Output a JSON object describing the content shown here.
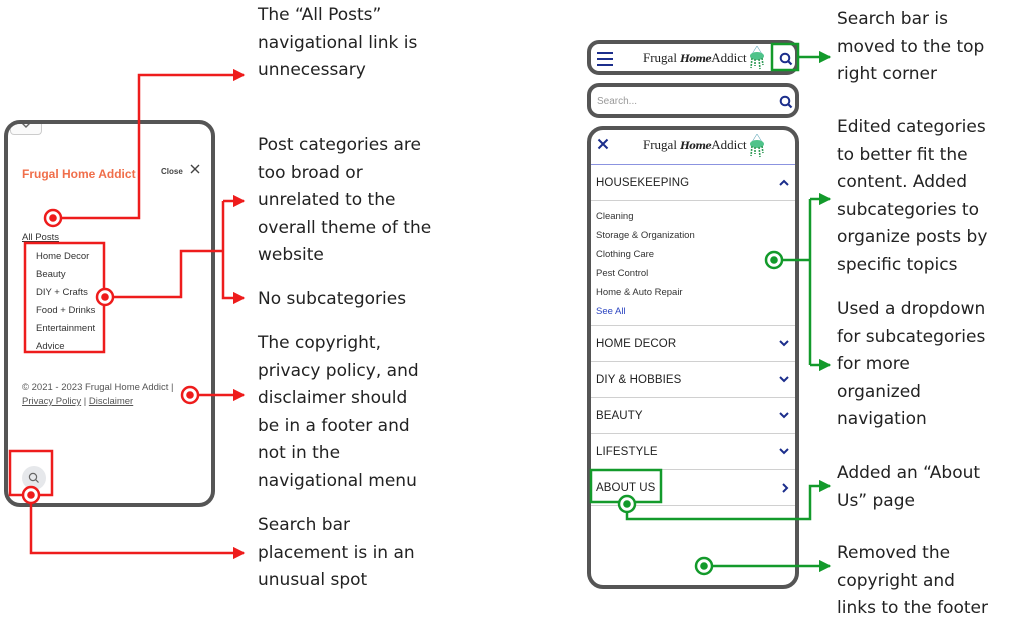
{
  "before": {
    "brand": "Frugal Home Addict",
    "close_label": "Close",
    "all_posts": "All Posts",
    "categories": [
      "Home Decor",
      "Beauty",
      "DIY + Crafts",
      "Food + Drinks",
      "Entertainment",
      "Advice"
    ],
    "copyright": "© 2021 - 2023 Frugal Home Addict |",
    "privacy_link": "Privacy Policy",
    "separator": "|",
    "disclaimer_link": "Disclaimer"
  },
  "after": {
    "logo_left": "Frugal",
    "logo_script": "Home",
    "logo_right": "Addict",
    "search_placeholder": "Search...",
    "expanded_category": "HOUSEKEEPING",
    "subcategories": [
      "Cleaning",
      "Storage & Organization",
      "Clothing Care",
      "Pest Control",
      "Home & Auto Repair"
    ],
    "see_all": "See All",
    "categories": [
      "HOME DECOR",
      "DIY & HOBBIES",
      "BEAUTY",
      "LIFESTYLE"
    ],
    "about": "ABOUT US"
  },
  "annotations_before": [
    {
      "lines": [
        "The “All Posts”",
        "navigational link is",
        "unnecessary"
      ]
    },
    {
      "lines": [
        "Post categories are",
        "too broad or",
        "unrelated to the",
        "overall theme of the",
        "website"
      ]
    },
    {
      "lines": [
        "No subcategories"
      ]
    },
    {
      "lines": [
        "The copyright,",
        "privacy policy, and",
        "disclaimer should",
        "be in a footer and",
        "not in the",
        "navigational menu"
      ]
    },
    {
      "lines": [
        "Search bar",
        "placement is in an",
        "unusual spot"
      ]
    }
  ],
  "annotations_after": [
    {
      "lines": [
        "Search bar is",
        "moved to the top",
        "right corner"
      ]
    },
    {
      "lines": [
        "Edited categories",
        "to better fit the",
        "content. Added",
        "subcategories to",
        "organize posts by",
        "specific topics"
      ]
    },
    {
      "lines": [
        "Used a dropdown",
        "for subcategories",
        "for more",
        "organized",
        "navigation"
      ]
    },
    {
      "lines": [
        "Added an “About",
        "Us” page"
      ]
    },
    {
      "lines": [
        "Removed the",
        "copyright and",
        "links to the footer"
      ]
    }
  ],
  "colors": {
    "problem": "#ee1c1c",
    "fix": "#139a2b",
    "brand_orange": "#f06e4a",
    "nav_blue": "#1c2e8c"
  }
}
